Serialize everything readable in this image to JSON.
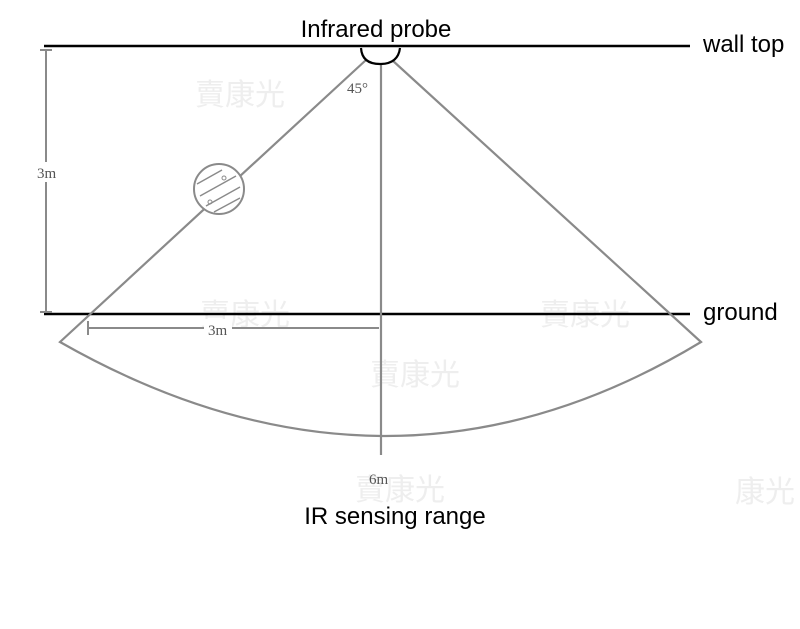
{
  "labels": {
    "probe": "Infrared probe",
    "wall_top": "wall top",
    "ground": "ground",
    "range": "IR sensing range",
    "angle": "45°",
    "height": "3m",
    "half_width": "3m",
    "depth": "6m"
  },
  "watermarks": [
    "賣康光",
    "賣康光",
    "賣康光",
    "賣康光",
    "賣康光",
    "康光"
  ],
  "colors": {
    "outline": "#8a8a8a",
    "line": "#000000",
    "watermark": "#eeeeee"
  },
  "icons": {
    "probe": "probe-dome-icon",
    "sensor": "sensor-lens-icon"
  }
}
